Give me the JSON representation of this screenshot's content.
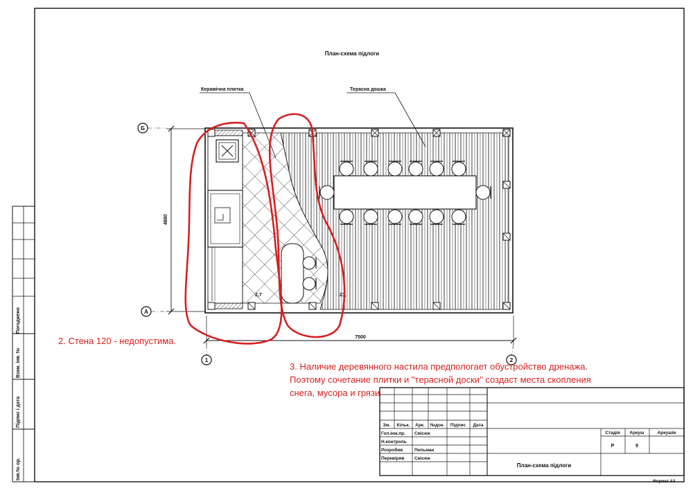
{
  "drawing": {
    "title": "План-схема підлоги",
    "label_tile": "Керамічна плитка",
    "label_deck": "Терасна дошка",
    "dim_width": "7500",
    "dim_height": "4880",
    "axis_a": "А",
    "axis_b": "Б",
    "axis_1": "1",
    "axis_2": "2",
    "slope_1": "2,7",
    "slope_2": "21,"
  },
  "notes": {
    "note2": "2. Стена 120 - недопустима.",
    "note3_line1": "3. Наличие деревянного настила предпологает обустройство дренажа.",
    "note3_line2": "Поэтому сочетание плитки и \"терасной доски\" создаст места скопления",
    "note3_line3": "снега, мусора и грязи"
  },
  "side_stamp": {
    "c1": "Погоджено",
    "c2": "Взам. інв. №",
    "c3": "Підпис і дата",
    "c4": "Інв.№ ор."
  },
  "title_block": {
    "head": [
      "Зм.",
      "Кільк.",
      "Арк.",
      "№док.",
      "Підпис",
      "Дата"
    ],
    "rows": [
      {
        "role": "Гол.інж.пр.",
        "name": "Свісюк"
      },
      {
        "role": "Н.контроль",
        "name": ""
      },
      {
        "role": "Розробив",
        "name": "Пепьман"
      },
      {
        "role": "Перевірив",
        "name": "Свісюк"
      }
    ],
    "stage_label": "Стадія",
    "sheet_label": "Аркуш",
    "sheets_label": "Аркушів",
    "stage": "Р",
    "sheet": "9",
    "sheet_title": "План-схема підлоги",
    "format": "Формат А3"
  },
  "colors": {
    "markup": "#d61f1f",
    "ink": "#111111"
  }
}
